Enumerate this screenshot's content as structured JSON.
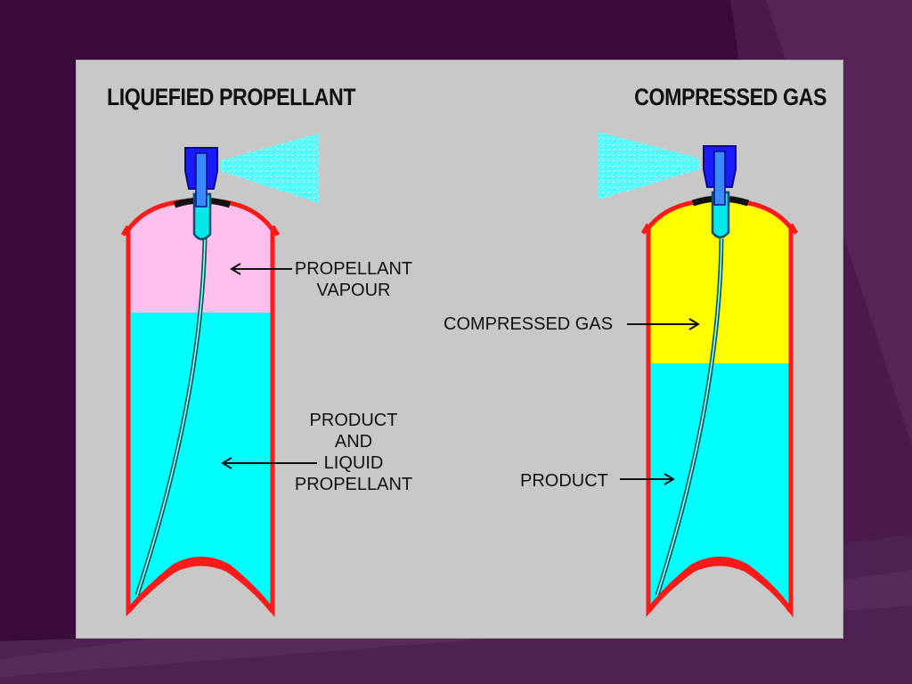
{
  "titles": {
    "left": "LIQUEFIED PROPELLANT",
    "right": "COMPRESSED GAS"
  },
  "labels": {
    "propellant_vapour": [
      "PROPELLANT",
      "VAPOUR"
    ],
    "product_and_liquid": [
      "PRODUCT",
      "AND",
      "LIQUID",
      "PROPELLANT"
    ],
    "compressed_gas": "COMPRESSED GAS",
    "product": "PRODUCT"
  },
  "colors": {
    "slide_background": "#3a0a3c",
    "panel": "#c8c8c8",
    "can_outline": "#ff1a1a",
    "vapour": "#ffc0f0",
    "liquid": "#00ffff",
    "compressed_gas": "#ffff00",
    "nozzle": "#1a1aff",
    "spray": "#66ffff"
  }
}
